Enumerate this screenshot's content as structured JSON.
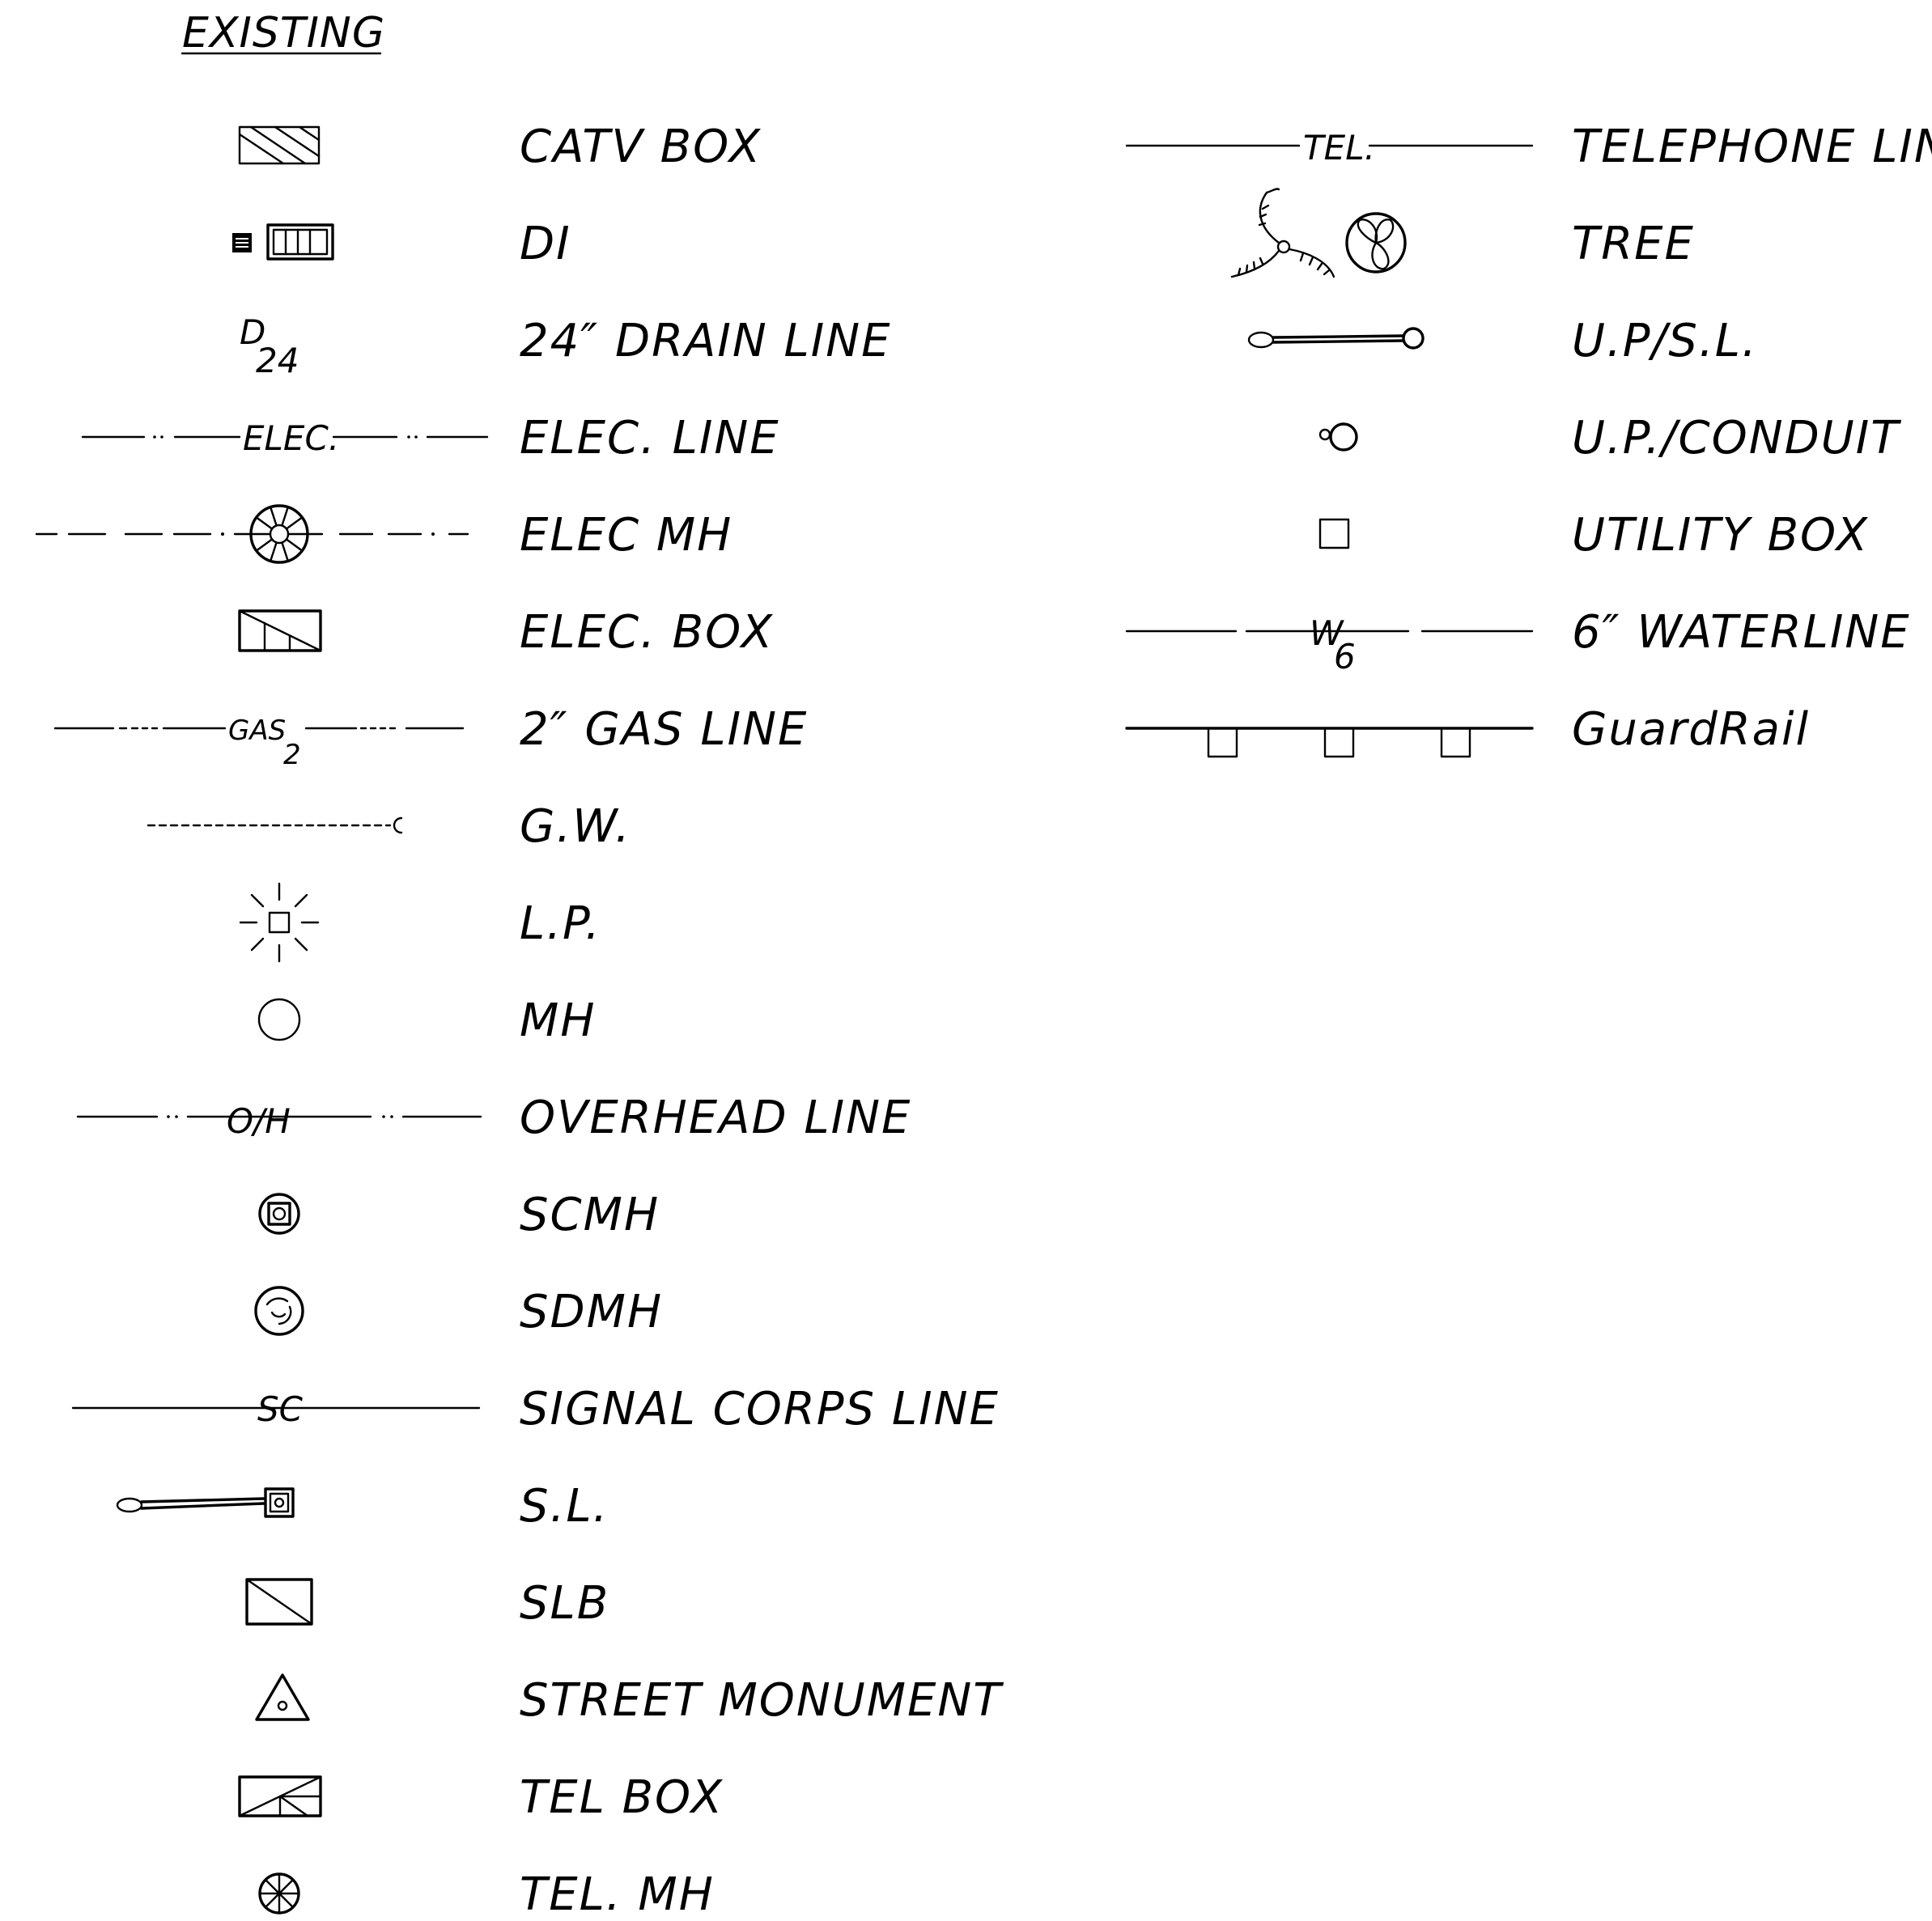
{
  "heading": "EXISTING",
  "left_column": [
    {
      "label": "CATV BOX",
      "icon": "catv-box-icon"
    },
    {
      "label": "DI",
      "icon": "drop-inlet-icon"
    },
    {
      "label": "24″ DRAIN LINE",
      "icon": "drain-line-icon",
      "symbol_text": "D",
      "symbol_sub": "24"
    },
    {
      "label": "ELEC. LINE",
      "icon": "elec-line-icon",
      "symbol_text": "ELEC."
    },
    {
      "label": "ELEC MH",
      "icon": "elec-manhole-icon"
    },
    {
      "label": "ELEC. BOX",
      "icon": "elec-box-icon"
    },
    {
      "label": "2″ GAS LINE",
      "icon": "gas-line-icon",
      "symbol_text": "GAS",
      "symbol_sub": "2"
    },
    {
      "label": "G.W.",
      "icon": "guy-wire-icon"
    },
    {
      "label": "L.P.",
      "icon": "light-pole-icon"
    },
    {
      "label": "MH",
      "icon": "manhole-icon"
    },
    {
      "label": "OVERHEAD LINE",
      "icon": "overhead-line-icon",
      "symbol_text": "O/H"
    },
    {
      "label": "SCMH",
      "icon": "scmh-icon"
    },
    {
      "label": "SDMH",
      "icon": "sdmh-icon"
    },
    {
      "label": "SIGNAL CORPS LINE",
      "icon": "signal-corps-line-icon",
      "symbol_text": "SC"
    },
    {
      "label": "S.L.",
      "icon": "street-light-icon"
    },
    {
      "label": "SLB",
      "icon": "slb-icon"
    },
    {
      "label": "STREET MONUMENT",
      "icon": "street-monument-icon"
    },
    {
      "label": "TEL BOX",
      "icon": "tel-box-icon"
    },
    {
      "label": "TEL. MH",
      "icon": "tel-manhole-icon"
    }
  ],
  "right_column": [
    {
      "label": "TELEPHONE LINE",
      "icon": "telephone-line-icon",
      "symbol_text": "TEL."
    },
    {
      "label": "TREE",
      "icon": "tree-icon"
    },
    {
      "label": "U.P/S.L.",
      "icon": "utility-pole-street-light-icon"
    },
    {
      "label": "U.P./CONDUIT",
      "icon": "utility-pole-conduit-icon"
    },
    {
      "label": "UTILITY BOX",
      "icon": "utility-box-icon"
    },
    {
      "label": "6″ WATERLINE",
      "icon": "waterline-icon",
      "symbol_text": "W",
      "symbol_sub": "6"
    },
    {
      "label": "GuardRail",
      "icon": "guardrail-icon"
    }
  ]
}
